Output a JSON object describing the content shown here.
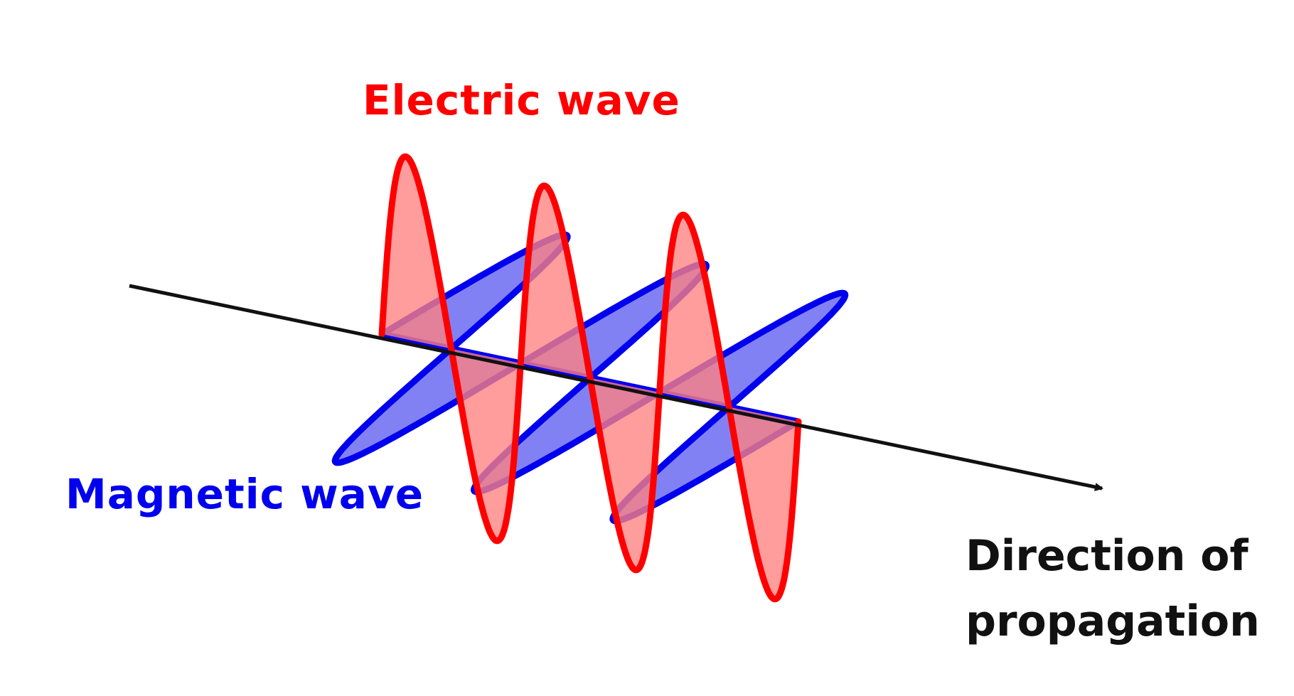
{
  "labels": {
    "electric": "Electric wave",
    "magnetic": "Magnetic wave",
    "direction_line1": "Direction of",
    "direction_line2": "propagation"
  },
  "colors": {
    "electric_stroke": "#ff0000",
    "electric_fill": "#ff8080",
    "magnetic_stroke": "#0000ee",
    "magnetic_fill": "#7a7af2",
    "axis": "#111111"
  }
}
